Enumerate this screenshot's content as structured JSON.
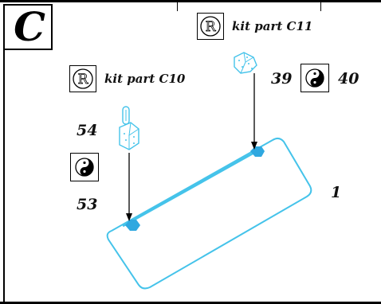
{
  "step": {
    "letter": "C"
  },
  "callouts": {
    "kit_c11": {
      "text": "kit part C11",
      "icon": "registered-r-icon"
    },
    "kit_c10": {
      "text": "kit part C10",
      "icon": "registered-r-icon"
    }
  },
  "numbers": {
    "n39": "39",
    "n40": "40",
    "n54": "54",
    "n53": "53",
    "n1": "1"
  },
  "symbols": {
    "yin_yang_40": "yin-yang-icon",
    "yin_yang_53": "yin-yang-icon"
  },
  "colors": {
    "part_outline": "#45c3ea",
    "hex_marker": "#2fa8e0",
    "ink": "#000000"
  }
}
